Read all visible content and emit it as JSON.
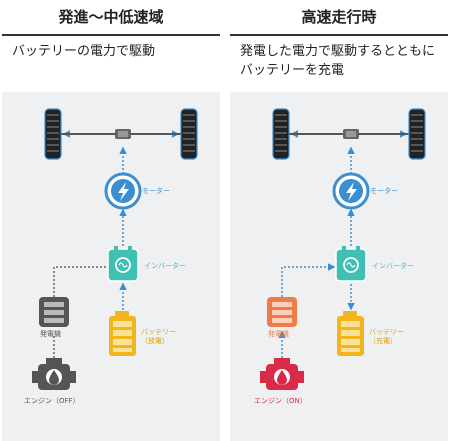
{
  "panels": [
    {
      "title": "発進〜中低速域",
      "description": "バッテリーの電力で駆動",
      "motor_label": "モーター",
      "inverter_label": "インバーター",
      "battery_label": "バッテリー",
      "battery_sub": "（放電）",
      "generator_label": "発電機",
      "engine_label": "エンジン（OFF）"
    },
    {
      "title": "高速走行時",
      "description": "発電した電力で駆動するとともにバッテリーを充電",
      "motor_label": "モーター",
      "inverter_label": "インバーター",
      "battery_label": "バッテリー",
      "battery_sub": "（充電）",
      "generator_label": "発電機",
      "engine_label": "エンジン（ON）"
    }
  ],
  "colors": {
    "flow_blue": "#3b8fd1",
    "inverter_teal": "#3fc0b3",
    "battery_yellow": "#f2b51c",
    "battery_text": "#e0a008",
    "generator_active": "#f07b48",
    "engine_active": "#d92a48",
    "inactive_gray": "#555555",
    "panel_bg": "#eef0f2"
  },
  "icons": [
    "tire-icon",
    "axle-icon",
    "lightning-icon",
    "inverter-icon",
    "battery-icon",
    "generator-icon",
    "engine-icon"
  ]
}
